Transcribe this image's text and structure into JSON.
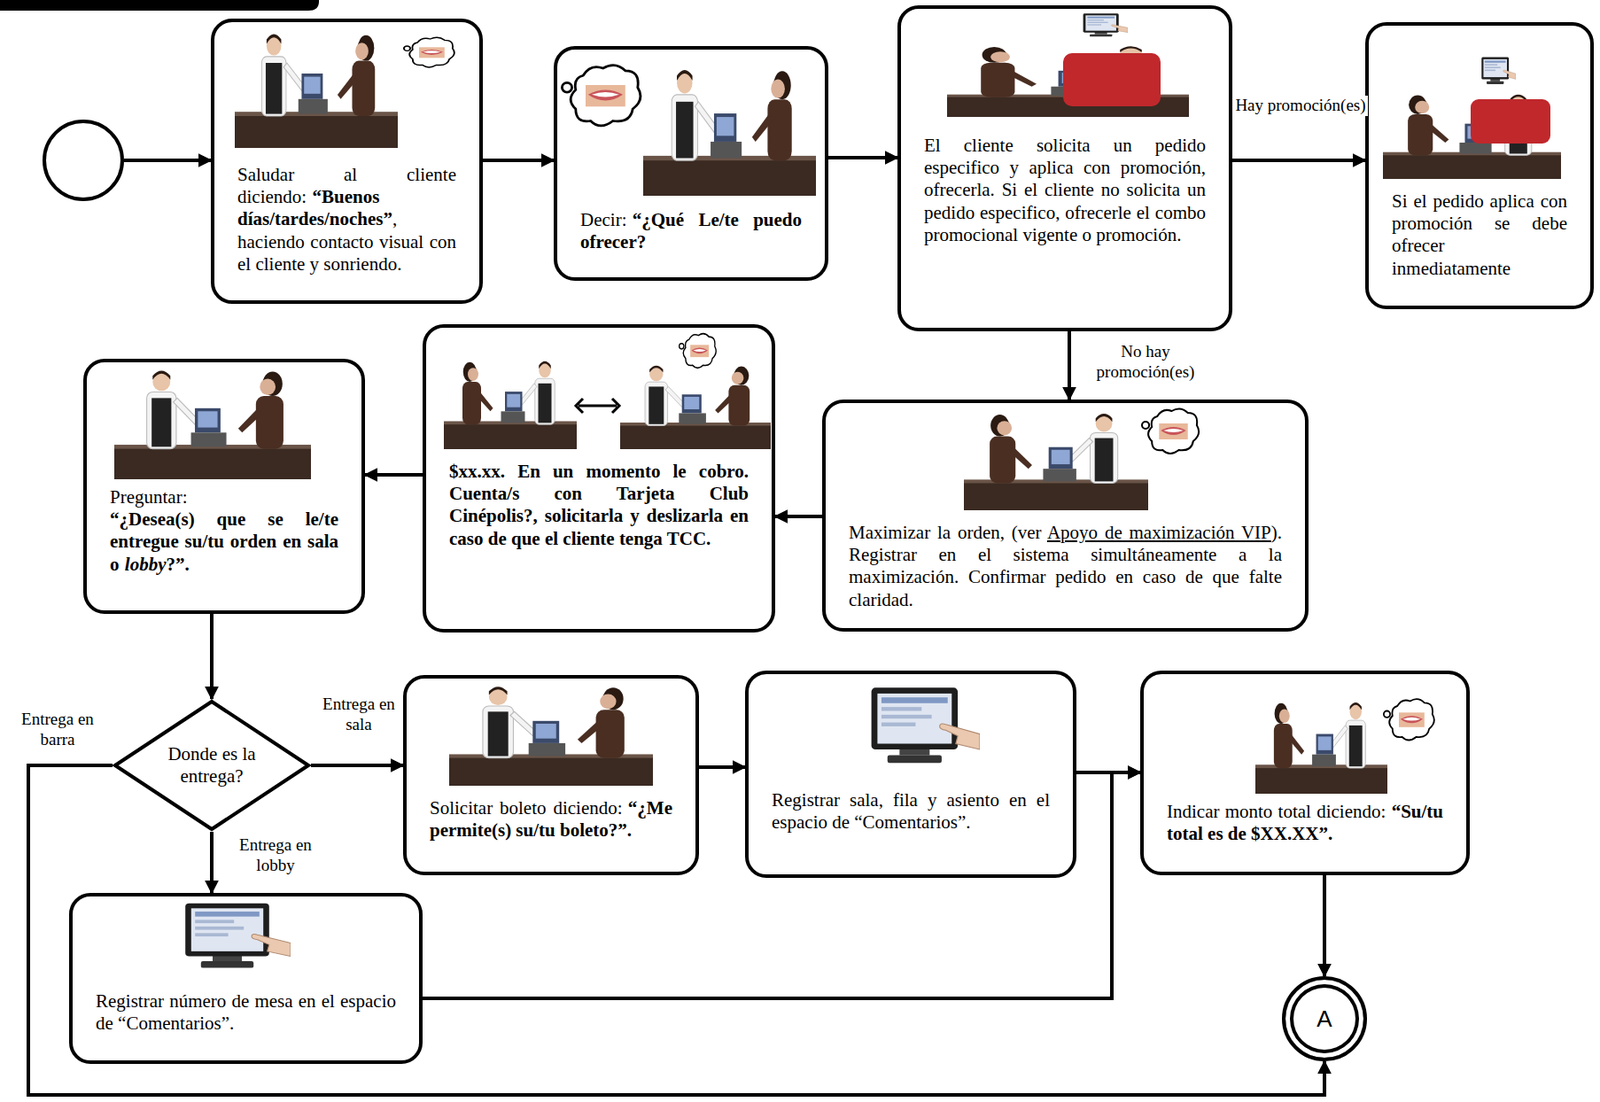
{
  "diagram": {
    "nodes": [
      {
        "text": []
      },
      {
        "text": [
          "Saludar al cliente diciendo:",
          "“Buenos días/tardes/noches”",
          ", haciendo contacto visual con el cliente y sonriendo."
        ]
      },
      {
        "text": [
          "Decir:",
          "“¿Qué Le/te puedo ofrecer?"
        ]
      },
      {
        "text": [
          "El cliente solicita un pedido especifico y aplica con promoción, ofrecerla. Si el cliente no solicita un pedido especifico, ofrecerle el combo promocional vigente o promoción."
        ]
      },
      {
        "text": [
          "Si el pedido aplica con promoción se debe ofrecer inmediatamente"
        ]
      },
      {
        "text": [
          "Maximizar la orden, (ver",
          "Apoyo de maximización VIP",
          "). Registrar en el sistema simultáneamente a la maximización. Confirmar pedido en caso de que falte claridad."
        ]
      },
      {
        "text": [
          "$xx.xx. En un momento le cobro. Cuenta/s con Tarjeta Club Cinépolis?, solicitarla y deslizarla en caso de que el cliente tenga TCC."
        ]
      },
      {
        "text": [
          "Preguntar:",
          "“¿Desea(s) que se le/te entregue su/tu orden en sala o",
          "lobby",
          "?”."
        ]
      },
      {
        "text": [
          "Donde es la entrega?"
        ]
      },
      {
        "text": [
          "Solicitar boleto diciendo:",
          "“¿Me permite(s) su/tu boleto?”."
        ]
      },
      {
        "text": [
          "Registrar sala, fila y asiento en el espacio de “Comentarios”."
        ]
      },
      {
        "text": [
          "Indicar monto total diciendo:",
          "“Su/tu total es de $XX.XX”."
        ]
      },
      {
        "text": [
          "Registrar número de mesa en el espacio de “Comentarios”."
        ]
      },
      {
        "text": [
          "A"
        ]
      }
    ],
    "edges": [
      {
        "from": 0,
        "to": 1,
        "arrow": "to"
      },
      {
        "from": 1,
        "to": 2,
        "arrow": "to"
      },
      {
        "from": 2,
        "to": 3,
        "arrow": "to"
      },
      {
        "from": 3,
        "to": 4,
        "label": "Hay promoción(es)",
        "arrow": "to"
      },
      {
        "from": 3,
        "to": 5,
        "label": "No hay promoción(es)",
        "arrow": "to"
      },
      {
        "from": 5,
        "to": 6,
        "arrow": "to"
      },
      {
        "from": 6,
        "to": 7,
        "arrow": "to"
      },
      {
        "from": 7,
        "to": 8,
        "arrow": "to"
      },
      {
        "from": 8,
        "to": 9,
        "label": "Entrega en sala",
        "arrow": "to"
      },
      {
        "from": 8,
        "to": 12,
        "label": "Entrega en lobby",
        "arrow": "to"
      },
      {
        "from": 8,
        "to": 13,
        "label": "Entrega en barra",
        "arrow": "to"
      },
      {
        "from": 9,
        "to": 10,
        "arrow": "to"
      },
      {
        "from": 10,
        "to": 11,
        "arrow": "to"
      },
      {
        "from": 12,
        "to": 11,
        "arrow": "to"
      },
      {
        "from": 11,
        "to": 13,
        "arrow": "to"
      }
    ]
  }
}
